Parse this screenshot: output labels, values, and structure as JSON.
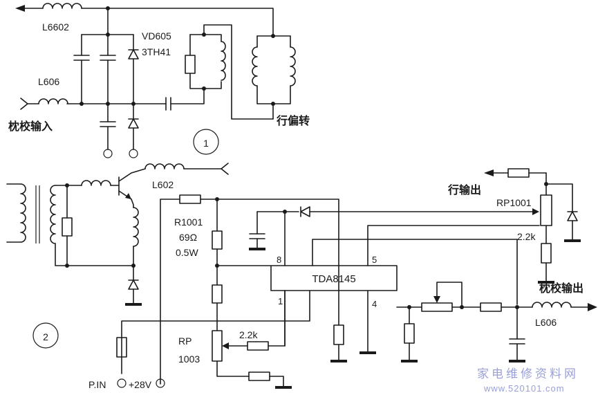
{
  "labels": {
    "l6602": "L6602",
    "vd605": "VD605",
    "th41": "3TH41",
    "l606_top": "L606",
    "pin_corr_in": "枕校输入",
    "yoke": "行偏转",
    "fig1": "1",
    "fig2": "2",
    "l602": "L602",
    "r1001": "R1001",
    "r1001_val": "69Ω",
    "r1001_w": "0.5W",
    "ic": "TDA8145",
    "pin8": "8",
    "pin1": "1",
    "pin5": "5",
    "pin4": "4",
    "h_out": "行输出",
    "rp1001": "RP1001",
    "r22k_right": "2.2k",
    "pin_corr_out": "枕校输出",
    "l606_bottom": "L606",
    "r22k_mid": "2.2k",
    "rp": "RP",
    "rp_1003": "1003",
    "p_in": "P.IN",
    "v28": "+28V"
  },
  "watermark": {
    "site_cn": "家电维修资料网",
    "url": "www.520101.com"
  },
  "colors": {
    "ink": "#1a1a1a",
    "watermark": "#9aa0d8"
  }
}
